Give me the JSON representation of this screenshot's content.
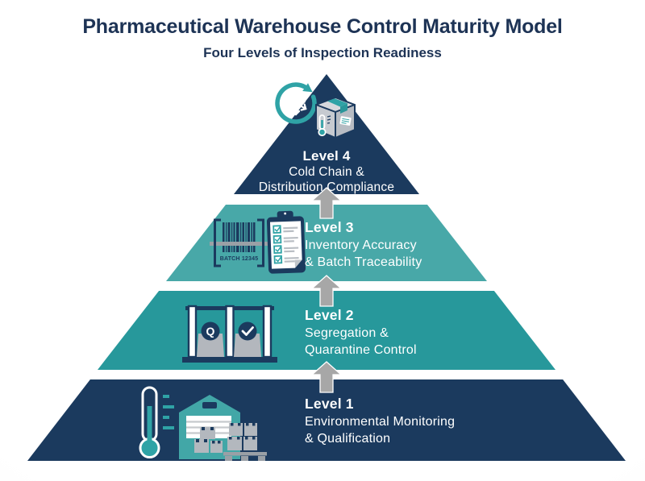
{
  "title": "Pharmaceutical Warehouse Control Maturity Model",
  "subtitle": "Four Levels of Inspection Readiness",
  "palette": {
    "navy": "#1b3a5e",
    "teal_light": "#48a8a8",
    "teal_dark": "#27989b",
    "icon_teal": "#2fa3a6",
    "arrow_gray": "#a7a7a7",
    "title_text": "#1d3355",
    "level_text": "#ffffff"
  },
  "levels": [
    {
      "id": "level-4",
      "label": "Level 4",
      "lines": [
        "Cold Chain &",
        "Distribution Compliance"
      ],
      "color": "#1b3a5e",
      "icon": "cold-chain-package-icon"
    },
    {
      "id": "level-3",
      "label": "Level 3",
      "lines": [
        "Inventory Accuracy",
        "& Batch Traceability"
      ],
      "color": "#48a8a8",
      "icon": "barcode-checklist-icon"
    },
    {
      "id": "level-2",
      "label": "Level 2",
      "lines": [
        "Segregation &",
        "Quarantine Control"
      ],
      "color": "#27989b",
      "icon": "quarantine-bays-icon"
    },
    {
      "id": "level-1",
      "label": "Level 1",
      "lines": [
        "Environmental Monitoring",
        "& Qualification"
      ],
      "color": "#1b3a5e",
      "icon": "thermometer-warehouse-icon"
    }
  ],
  "icon_texts": {
    "batch_label": "BATCH 12345",
    "quarantine_letter": "Q"
  }
}
